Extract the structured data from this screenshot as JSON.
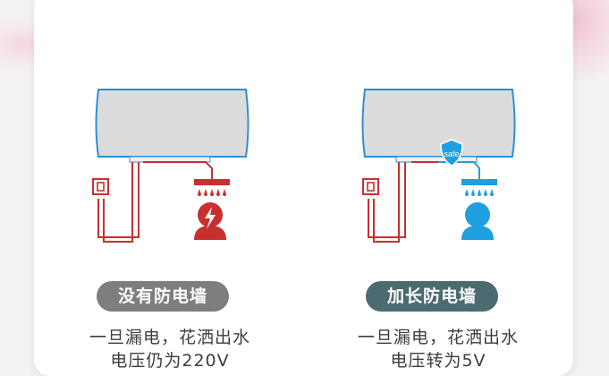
{
  "left_panel": {
    "badge_label": "没有防电墙",
    "line1": "一旦漏电，花洒出水",
    "line2": "电压仍为220V"
  },
  "right_panel": {
    "badge_label": "加长防电墙",
    "line1": "一旦漏电，花洒出水",
    "line2": "电压转为5V",
    "shield_text": "safe"
  },
  "colors": {
    "danger": "#c8302f",
    "safe": "#1e9fdf",
    "heater_fill": "#dcdcdc",
    "heater_border": "#2f8fd8"
  },
  "icons": [
    "water-heater-icon",
    "wall-socket-icon",
    "shower-head-icon",
    "person-icon",
    "lightning-icon",
    "shield-icon"
  ]
}
